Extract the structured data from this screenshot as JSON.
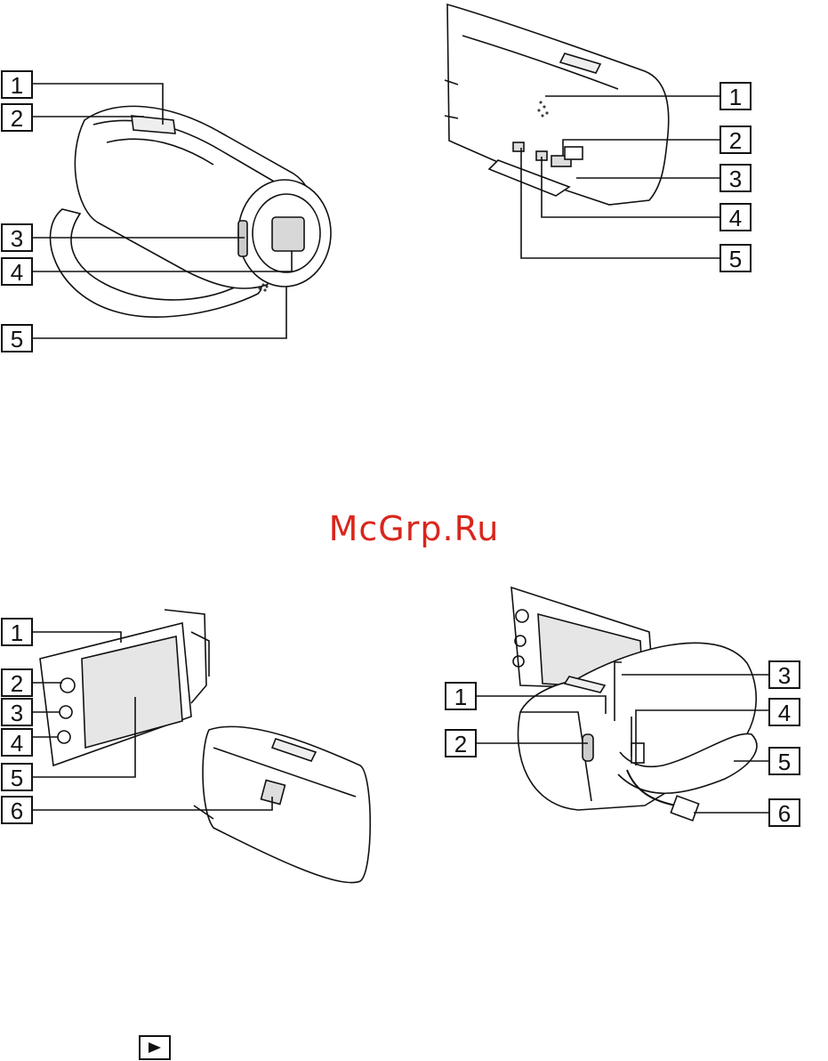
{
  "watermark": "McGrp.Ru",
  "diagrams": [
    {
      "labels": [
        "1",
        "2",
        "3",
        "4",
        "5"
      ]
    },
    {
      "labels": [
        "1",
        "2",
        "3",
        "4",
        "5"
      ]
    },
    {
      "labels": [
        "1",
        "2",
        "3",
        "4",
        "5",
        "6"
      ]
    },
    {
      "labels": [
        "1",
        "2",
        "3",
        "4",
        "5",
        "6"
      ]
    }
  ],
  "footer": {
    "icon": "play-icon"
  },
  "colors": {
    "watermark": "#d9261c",
    "lines": "#111111",
    "screen_fill": "#e6e6e6",
    "body_fill": "#ffffff"
  }
}
